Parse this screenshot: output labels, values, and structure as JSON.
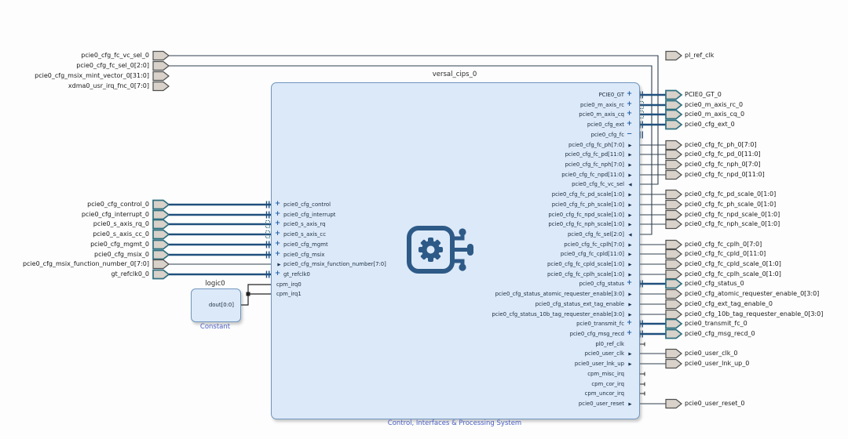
{
  "app": {
    "diagram_title": "versal_cips_0",
    "diagram_caption": "Control, Interfaces & Processing System"
  },
  "colors": {
    "block_fill": "#dce9f8",
    "block_border": "#7096be",
    "interface_wire": "#20507e",
    "scalar_wire": "#30404f",
    "caption_blue": "#4a5fc1",
    "port_fill": "#d8d2ca",
    "port_border_plain": "#4f4f4f",
    "port_border_interface": "#2e7080",
    "icon_blue": "#2e5a87"
  },
  "top_left_ports": [
    {
      "label": "pcie0_cfg_fc_vc_sel_0",
      "kind": "scalar",
      "connected": true
    },
    {
      "label": "pcie0_cfg_fc_sel_0[2:0]",
      "kind": "scalar",
      "connected": true
    },
    {
      "label": "pcie0_cfg_msix_mint_vector_0[31:0]",
      "kind": "scalar",
      "connected": false
    },
    {
      "label": "xdma0_usr_irq_fnc_0[7:0]",
      "kind": "scalar",
      "connected": false
    }
  ],
  "left_ports": [
    {
      "label": "pcie0_cfg_control_0",
      "kind": "intf"
    },
    {
      "label": "pcie0_cfg_interrupt_0",
      "kind": "intf"
    },
    {
      "label": "pcie0_s_axis_rq_0",
      "kind": "axis"
    },
    {
      "label": "pcie0_s_axis_cc_0",
      "kind": "axis"
    },
    {
      "label": "pcie0_cfg_mgmt_0",
      "kind": "intf"
    },
    {
      "label": "pcie0_cfg_msix_0",
      "kind": "intf"
    },
    {
      "label": "pcie0_cfg_msix_function_number_0[7:0]",
      "kind": "scalar"
    },
    {
      "label": "gt_refclk0_0",
      "kind": "intf"
    }
  ],
  "cips": {
    "left_pins": [
      {
        "label": "pcie0_cfg_control",
        "kind": "intf"
      },
      {
        "label": "pcie0_cfg_interrupt",
        "kind": "intf"
      },
      {
        "label": "pcie0_s_axis_rq",
        "kind": "axis"
      },
      {
        "label": "pcie0_s_axis_cc",
        "kind": "axis"
      },
      {
        "label": "pcie0_cfg_mgmt",
        "kind": "intf"
      },
      {
        "label": "pcie0_cfg_msix",
        "kind": "intf"
      },
      {
        "label": "pcie0_cfg_msix_function_number[7:0]",
        "kind": "sin"
      },
      {
        "label": "gt_refclk0",
        "kind": "intf"
      },
      {
        "label": "cpm_irq0",
        "kind": "plain"
      },
      {
        "label": "cpm_irq1",
        "kind": "plain"
      }
    ],
    "right_pins": [
      {
        "label": "PCIE0_GT",
        "kind": "intf",
        "port": "PCIE0_GT_0"
      },
      {
        "label": "pcie0_m_axis_rc",
        "kind": "axis",
        "port": "pcie0_m_axis_rc_0"
      },
      {
        "label": "pcie0_m_axis_cq",
        "kind": "axis",
        "port": "pcie0_m_axis_cq_0"
      },
      {
        "label": "pcie0_cfg_ext",
        "kind": "intf",
        "port": "pcie0_cfg_ext_0"
      },
      {
        "label": "pcie0_cfg_fc",
        "kind": "minus"
      },
      {
        "label": "pcie0_cfg_fc_ph[7:0]",
        "kind": "sout",
        "port": "pcie0_cfg_fc_ph_0[7:0]"
      },
      {
        "label": "pcie0_cfg_fc_pd[11:0]",
        "kind": "sout",
        "port": "pcie0_cfg_fc_pd_0[11:0]"
      },
      {
        "label": "pcie0_cfg_fc_nph[7:0]",
        "kind": "sout",
        "port": "pcie0_cfg_fc_nph_0[7:0]"
      },
      {
        "label": "pcie0_cfg_fc_npd[11:0]",
        "kind": "sout",
        "port": "pcie0_cfg_fc_npd_0[11:0]"
      },
      {
        "label": "pcie0_cfg_fc_vc_sel",
        "kind": "sin"
      },
      {
        "label": "pcie0_cfg_fc_pd_scale[1:0]",
        "kind": "sout",
        "port": "pcie0_cfg_fc_pd_scale_0[1:0]"
      },
      {
        "label": "pcie0_cfg_fc_ph_scale[1:0]",
        "kind": "sout",
        "port": "pcie0_cfg_fc_ph_scale_0[1:0]"
      },
      {
        "label": "pcie0_cfg_fc_npd_scale[1:0]",
        "kind": "sout",
        "port": "pcie0_cfg_fc_npd_scale_0[1:0]"
      },
      {
        "label": "pcie0_cfg_fc_nph_scale[1:0]",
        "kind": "sout",
        "port": "pcie0_cfg_fc_nph_scale_0[1:0]"
      },
      {
        "label": "pcie0_cfg_fc_sel[2:0]",
        "kind": "sin"
      },
      {
        "label": "pcie0_cfg_fc_cplh[7:0]",
        "kind": "sout",
        "port": "pcie0_cfg_fc_cplh_0[7:0]"
      },
      {
        "label": "pcie0_cfg_fc_cpld[11:0]",
        "kind": "sout",
        "port": "pcie0_cfg_fc_cpld_0[11:0]"
      },
      {
        "label": "pcie0_cfg_fc_cpld_scale[1:0]",
        "kind": "sout",
        "port": "pcie0_cfg_fc_cpld_scale_0[1:0]"
      },
      {
        "label": "pcie0_cfg_fc_cplh_scale[1:0]",
        "kind": "sout",
        "port": "pcie0_cfg_fc_cplh_scale_0[1:0]"
      },
      {
        "label": "pcie0_cfg_status",
        "kind": "intf",
        "port": "pcie0_cfg_status_0"
      },
      {
        "label": "pcie0_cfg_status_atomic_requester_enable[3:0]",
        "kind": "sout",
        "port": "pcie0_cfg_atomic_requester_enable_0[3:0]"
      },
      {
        "label": "pcie0_cfg_status_ext_tag_enable",
        "kind": "sout",
        "port": "pcie0_cfg_ext_tag_enable_0"
      },
      {
        "label": "pcie0_cfg_status_10b_tag_requester_enable[3:0]",
        "kind": "sout",
        "port": "pcie0_cfg_10b_tag_requester_enable_0[3:0]"
      },
      {
        "label": "pcie0_transmit_fc",
        "kind": "intf",
        "port": "pcie0_transmit_fc_0"
      },
      {
        "label": "pcie0_cfg_msg_recd",
        "kind": "intf",
        "port": "pcie0_cfg_msg_recd_0"
      },
      {
        "label": "pl0_ref_clk",
        "kind": "stub"
      },
      {
        "label": "pcie0_user_clk",
        "kind": "sout",
        "port": "pcie0_user_clk_0"
      },
      {
        "label": "pcie0_user_lnk_up",
        "kind": "sout",
        "port": "pcie0_user_lnk_up_0"
      },
      {
        "label": "cpm_misc_irq",
        "kind": "stub"
      },
      {
        "label": "cpm_cor_irq",
        "kind": "stub"
      },
      {
        "label": "cpm_uncor_irq",
        "kind": "stub"
      },
      {
        "label": "pcie0_user_reset",
        "kind": "sout",
        "port": "pcie0_user_reset_0"
      }
    ]
  },
  "constant": {
    "title": "logic0",
    "pin": "dout[0:0]",
    "caption": "Constant"
  },
  "pl_ref_clk": {
    "label": "pl_ref_clk"
  }
}
